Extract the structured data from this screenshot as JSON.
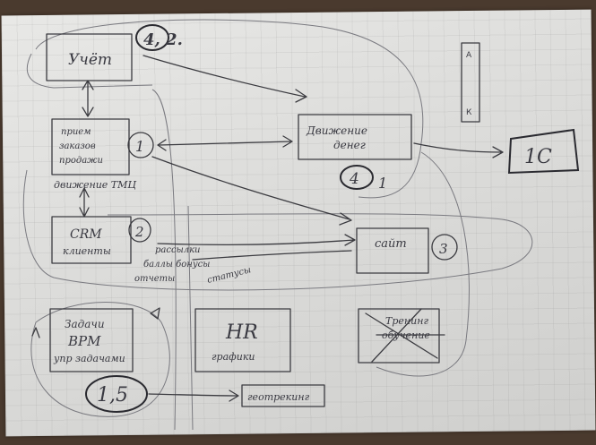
{
  "nodes": {
    "uchet": "Учёт",
    "uchet_mark": "4, 2.",
    "priem": "прием",
    "priem_2": "заказов",
    "priem_3": "продажи",
    "dvizhenie_tmc": "движение ТМЦ",
    "priem_mark": "1",
    "dvizhenie_deneg": "Движение",
    "dvizhenie_deneg_2": "денег",
    "dvizhenie_mark": "4",
    "dvizhenie_mark_2": "1",
    "one_c": "1С",
    "crm": "CRM",
    "crm_2": "клиенты",
    "crm_mark": "2",
    "crm_note_1": "рассылки",
    "crm_note_2": "баллы бонусы",
    "crm_note_3": "отчеты",
    "crm_note_4": "статусы",
    "sait": "сайт",
    "sait_mark": "3",
    "zadachi": "Задачи",
    "zadachi_2": "BPM",
    "zadachi_3": "упр задачами",
    "zadachi_mark": "1,5",
    "hr": "HR",
    "hr_2": "графики",
    "trening": "Тренинг",
    "trening_2": "обучение",
    "geotreking": "геотрекинг",
    "side_a": "А",
    "side_k": "К"
  }
}
